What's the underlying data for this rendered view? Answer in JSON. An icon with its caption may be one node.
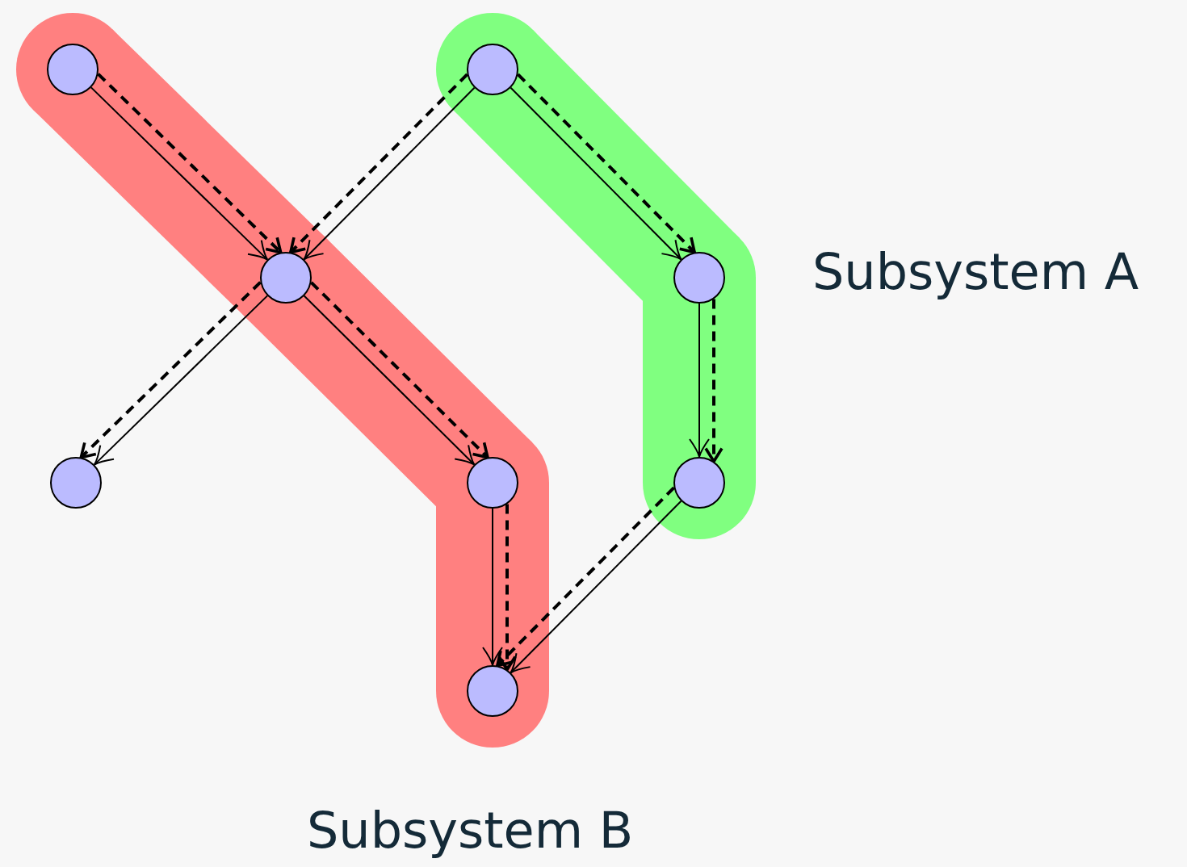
{
  "diagram": {
    "nodes": [
      {
        "text": [],
        "shape": "circle"
      },
      {
        "text": [],
        "shape": "circle"
      },
      {
        "text": [],
        "shape": "circle"
      },
      {
        "text": [],
        "shape": "circle"
      },
      {
        "text": [],
        "shape": "circle"
      },
      {
        "text": [],
        "shape": "circle"
      },
      {
        "text": [],
        "shape": "circle"
      },
      {
        "text": [],
        "shape": "circle"
      }
    ],
    "edges": [
      {
        "from": 0,
        "to": 2,
        "arrow": "to"
      },
      {
        "from": 0,
        "to": 2,
        "arrow": "to",
        "style": "dashed"
      },
      {
        "from": 1,
        "to": 2,
        "arrow": "to"
      },
      {
        "from": 1,
        "to": 2,
        "arrow": "to",
        "style": "dashed"
      },
      {
        "from": 1,
        "to": 3,
        "arrow": "to"
      },
      {
        "from": 1,
        "to": 3,
        "arrow": "to",
        "style": "dashed"
      },
      {
        "from": 2,
        "to": 4,
        "arrow": "to"
      },
      {
        "from": 2,
        "to": 4,
        "arrow": "to",
        "style": "dashed"
      },
      {
        "from": 2,
        "to": 5,
        "arrow": "to"
      },
      {
        "from": 2,
        "to": 5,
        "arrow": "to",
        "style": "dashed"
      },
      {
        "from": 3,
        "to": 6,
        "arrow": "to"
      },
      {
        "from": 3,
        "to": 6,
        "arrow": "to",
        "style": "dashed"
      },
      {
        "from": 5,
        "to": 7,
        "arrow": "to"
      },
      {
        "from": 5,
        "to": 7,
        "arrow": "to",
        "style": "dashed"
      },
      {
        "from": 6,
        "to": 7,
        "arrow": "to"
      },
      {
        "from": 6,
        "to": 7,
        "arrow": "to",
        "style": "dashed"
      }
    ],
    "labels": [
      "Subsystem A",
      "Subsystem B"
    ]
  }
}
